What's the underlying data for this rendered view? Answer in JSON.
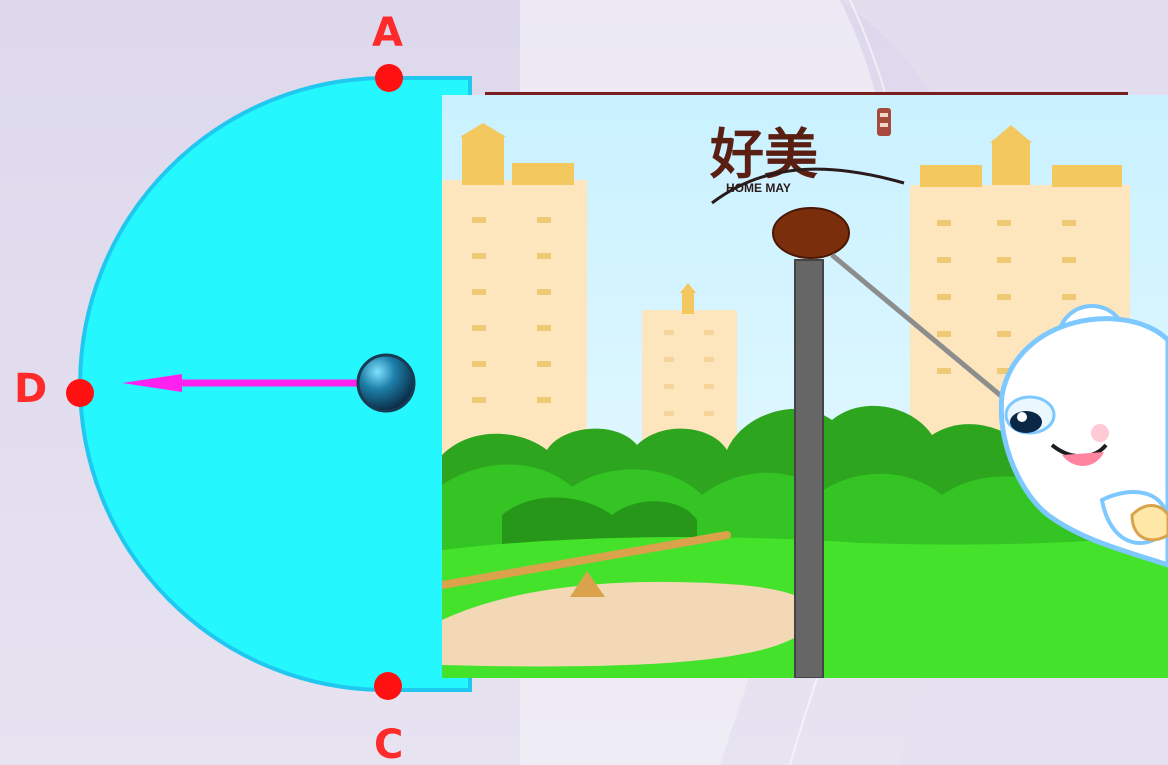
{
  "diagram": {
    "points": {
      "A": "A",
      "D": "D",
      "C": "C"
    },
    "scene": {
      "logo_cn": "好美",
      "logo_en": "HOME MAY"
    }
  }
}
